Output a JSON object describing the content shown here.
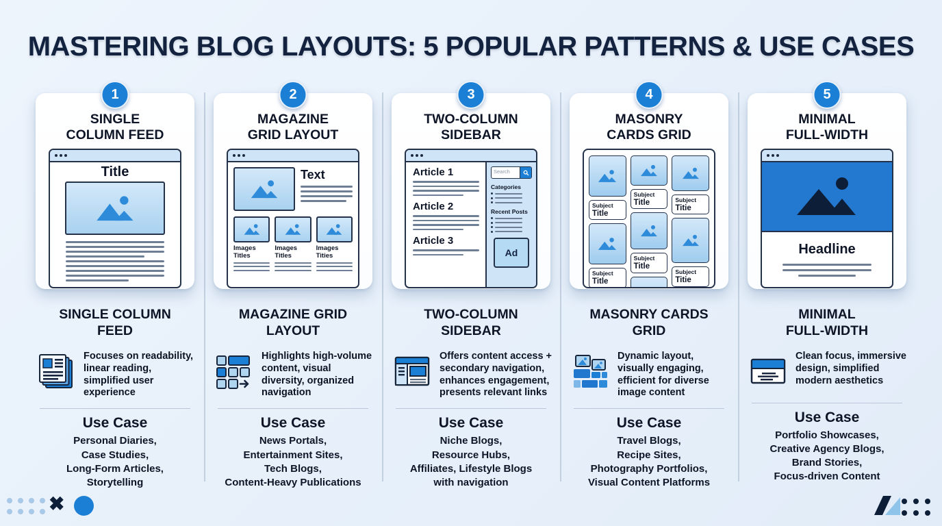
{
  "title": "MASTERING BLOG LAYOUTS: 5 POPULAR PATTERNS & USE CASES",
  "columns": [
    {
      "number": "1",
      "card_title_line1": "SINGLE",
      "card_title_line2": "COLUMN FEED",
      "section_title_line1": "SINGLE COLUMN",
      "section_title_line2": "FEED",
      "description": "Focuses on readability, linear reading, simplified user experience",
      "use_case_heading": "Use Case",
      "use_cases": [
        "Personal Diaries,",
        "Case Studies,",
        "Long-Form Articles,",
        "Storytelling"
      ]
    },
    {
      "number": "2",
      "card_title_line1": "MAGAZINE",
      "card_title_line2": "GRID LAYOUT",
      "section_title_line1": "MAGAZINE GRID",
      "section_title_line2": "LAYOUT",
      "description": "Highlights high-volume content, visual diversity, organized navigation",
      "use_case_heading": "Use Case",
      "use_cases": [
        "News Portals,",
        "Entertainment Sites,",
        "Tech Blogs,",
        "Content-Heavy Publications"
      ]
    },
    {
      "number": "3",
      "card_title_line1": "TWO-COLUMN",
      "card_title_line2": "SIDEBAR",
      "section_title_line1": "TWO-COLUMN",
      "section_title_line2": "SIDEBAR",
      "description": "Offers content access + secondary navigation, enhances engagement, presents relevant links",
      "use_case_heading": "Use Case",
      "use_cases": [
        "Niche Blogs,",
        "Resource Hubs,",
        "Affiliates, Lifestyle Blogs",
        "with navigation"
      ]
    },
    {
      "number": "4",
      "card_title_line1": "MASONRY",
      "card_title_line2": "CARDS GRID",
      "section_title_line1": "MASONRY CARDS",
      "section_title_line2": "GRID",
      "description": "Dynamic layout, visually engaging, efficient for diverse image content",
      "use_case_heading": "Use Case",
      "use_cases": [
        "Travel Blogs,",
        "Recipe Sites,",
        "Photography Portfolios,",
        "Visual Content Platforms"
      ]
    },
    {
      "number": "5",
      "card_title_line1": "MINIMAL",
      "card_title_line2": "FULL-WIDTH",
      "section_title_line1": "MINIMAL",
      "section_title_line2": "FULL-WIDTH",
      "description": "Clean focus, immersive design, simplified modern aesthetics",
      "use_case_heading": "Use Case",
      "use_cases": [
        "Portfolio Showcases,",
        "Creative Agency Blogs,",
        "Brand Stories,",
        "Focus-driven Content"
      ]
    }
  ],
  "mockups": {
    "single_column": {
      "page_title": "Title"
    },
    "magazine": {
      "heading": "Text",
      "captions": [
        {
          "line1": "Images",
          "line2": "Titles"
        },
        {
          "line1": "Images",
          "line2": "Titles"
        },
        {
          "line1": "Images",
          "line2": "Tities"
        }
      ]
    },
    "sidebar": {
      "articles": [
        "Article 1",
        "Article 2",
        "Article 3"
      ],
      "search_placeholder": "Search",
      "categories_label": "Categories",
      "recent_posts_label": "Recent Posts",
      "ad_label": "Ad"
    },
    "masonry": {
      "cards": [
        {
          "subject": "Subject",
          "title": "Title"
        },
        {
          "subject": "Subject",
          "title": "Title"
        },
        {
          "subject": "Subject",
          "title": "Title"
        },
        {
          "subject": "Subject",
          "title": "Title"
        },
        {
          "subject": "Subject",
          "title": "Titie"
        },
        {
          "subject": "Subject",
          "title": "Titie"
        }
      ]
    },
    "minimal": {
      "headline": "Headline"
    }
  },
  "colors": {
    "accent_blue": "#1b7fd6",
    "hero_blue": "#2379d0",
    "navy": "#13233f",
    "light_blue_fill": "#b5daf4",
    "panel_blue": "#cfe4f7",
    "background": "#e9f1fb",
    "line_gray": "#6e7f95"
  }
}
